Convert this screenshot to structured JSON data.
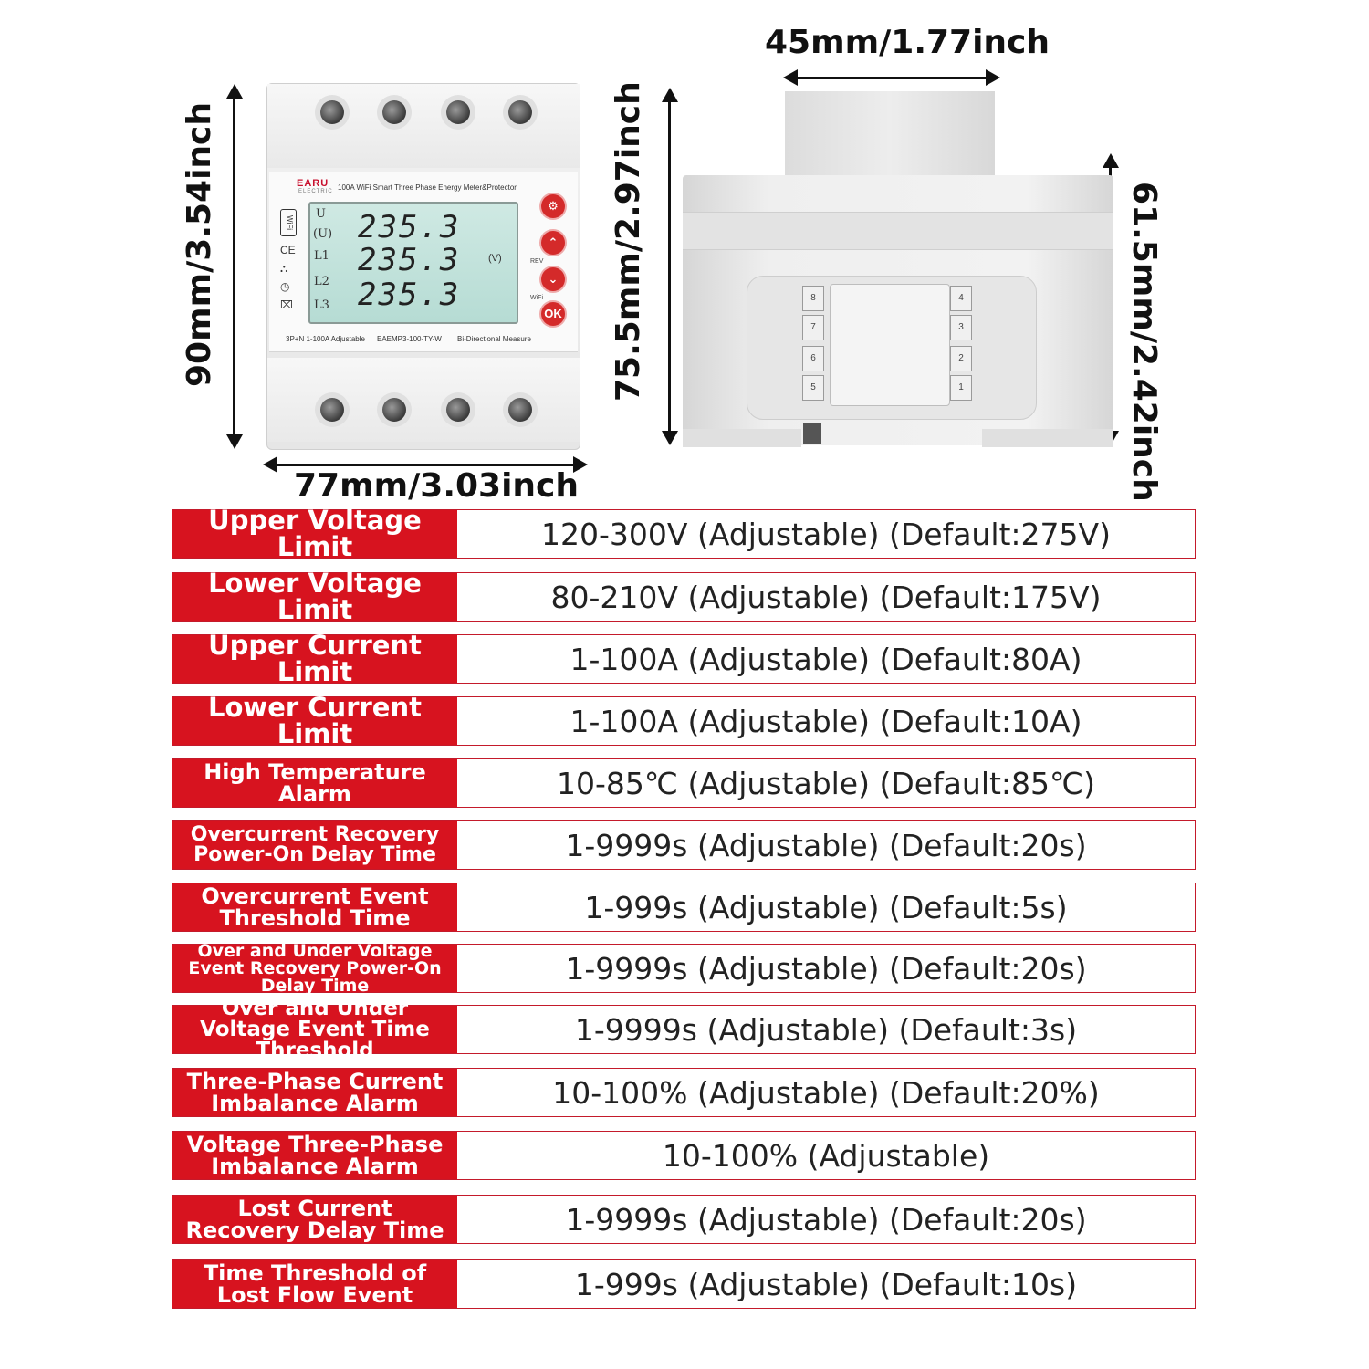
{
  "dimensions": {
    "front_height": "90mm/3.54inch",
    "front_width": "77mm/3.03inch",
    "side_top_width": "45mm/1.77inch",
    "side_height": "75.5mm/2.97inch",
    "side_depth": "61.5mm/2.42inch"
  },
  "meter": {
    "brand": "EARU",
    "brand_sub": "ELECTRIC",
    "title": "100A WiFi Smart Three Phase Energy Meter&Protector",
    "wifi_badge": "WiFi",
    "ce_mark": "CE",
    "lcd_labels": [
      "U",
      "(U)",
      "L1",
      "L2",
      "L3"
    ],
    "lcd_readings": [
      "235.3",
      "235.3",
      "235.3"
    ],
    "lcd_unit": "(V)",
    "buttons": {
      "settings": "⚙",
      "up": "⌃",
      "down": "⌄",
      "ok": "OK",
      "rev_caption": "REV",
      "wifi_caption": "WiFi"
    },
    "footer": {
      "spec": "3P+N 1-100A Adjustable",
      "model": "EAEMP3-100-TY-W",
      "mode": "Bi-Directional Measure"
    }
  },
  "side_view": {
    "left_terminals": [
      "8",
      "7",
      "6",
      "5"
    ],
    "right_terminals": [
      "4",
      "3",
      "2",
      "1"
    ]
  },
  "specs": [
    {
      "label": "Upper Voltage Limit",
      "value": "120-300V (Adjustable) (Default:275V)"
    },
    {
      "label": "Lower Voltage Limit",
      "value": "80-210V (Adjustable) (Default:175V)"
    },
    {
      "label": "Upper Current Limit",
      "value": "1-100A (Adjustable) (Default:80A)"
    },
    {
      "label": "Lower Current Limit",
      "value": "1-100A (Adjustable) (Default:10A)"
    },
    {
      "label": "High Temperature Alarm",
      "value": "10-85℃ (Adjustable) (Default:85℃)"
    },
    {
      "label": "Overcurrent Recovery Power-On Delay Time",
      "value": "1-9999s (Adjustable) (Default:20s)"
    },
    {
      "label": "Overcurrent Event Threshold Time",
      "value": "1-999s (Adjustable) (Default:5s)"
    },
    {
      "label": "Over and Under Voltage Event Recovery Power-On Delay Time",
      "value": "1-9999s (Adjustable) (Default:20s)"
    },
    {
      "label": "Over and Under Voltage Event Time Threshold",
      "value": "1-9999s (Adjustable) (Default:3s)"
    },
    {
      "label": "Three-Phase Current Imbalance Alarm",
      "value": "10-100% (Adjustable) (Default:20%)"
    },
    {
      "label": "Voltage Three-Phase Imbalance Alarm",
      "value": "10-100% (Adjustable)"
    },
    {
      "label": "Lost Current Recovery Delay Time",
      "value": "1-9999s (Adjustable) (Default:20s)"
    },
    {
      "label": "Time Threshold of Lost Flow Event",
      "value": "1-999s (Adjustable) (Default:10s)"
    }
  ],
  "colors": {
    "label_red": "#d7131f",
    "border_red": "#c41a2b",
    "lcd_green": "#cfe9e3"
  }
}
